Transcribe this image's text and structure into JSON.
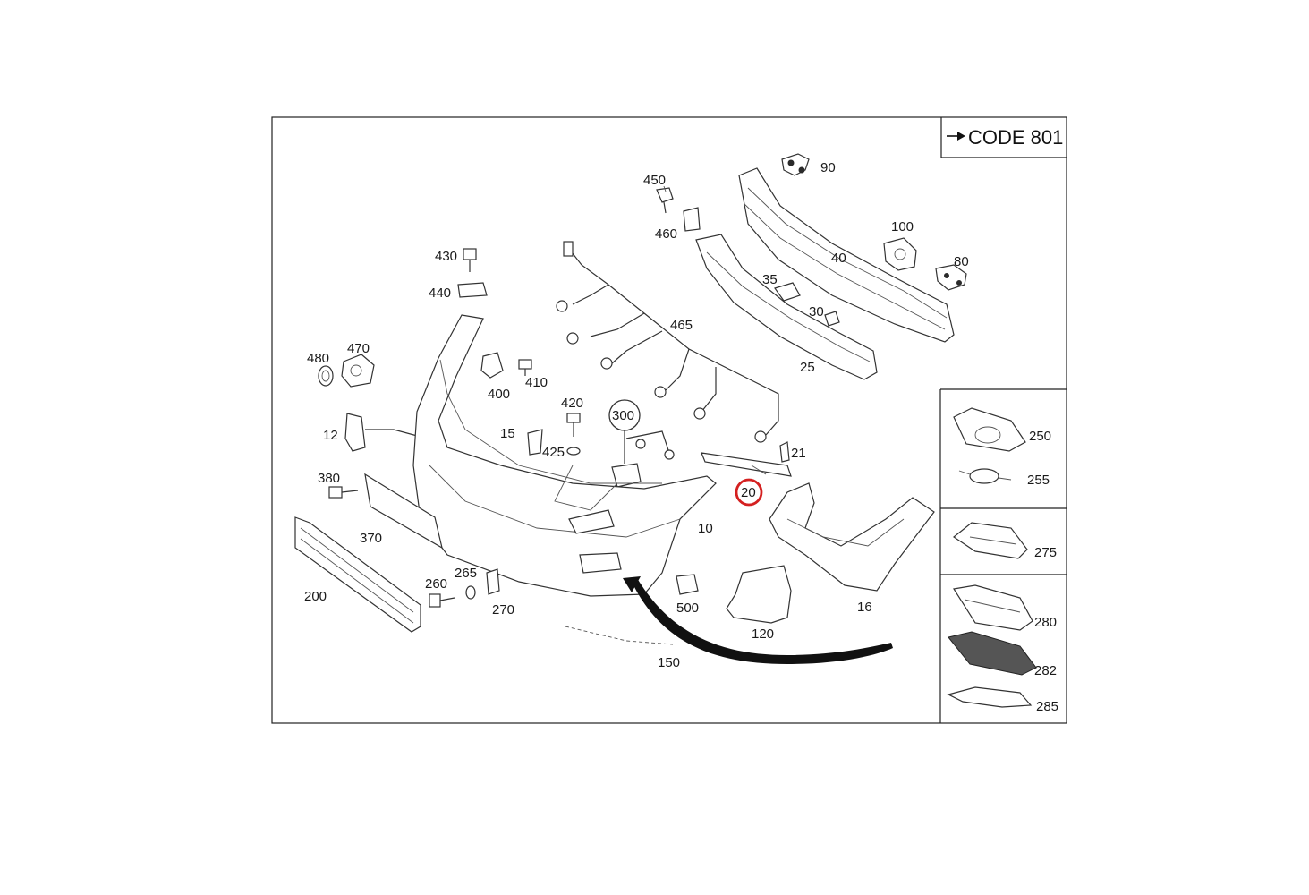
{
  "header": {
    "code_label": "CODE 801",
    "arrow_icon": "arrow-right-icon"
  },
  "highlight": {
    "label": "20",
    "color": "#d42020"
  },
  "labels": {
    "p10": "10",
    "p12": "12",
    "p15": "15",
    "p16": "16",
    "p20": "20",
    "p21": "21",
    "p25": "25",
    "p30": "30",
    "p35": "35",
    "p40": "40",
    "p80": "80",
    "p90": "90",
    "p100": "100",
    "p120": "120",
    "p150": "150",
    "p200": "200",
    "p250": "250",
    "p255": "255",
    "p260": "260",
    "p265": "265",
    "p270": "270",
    "p275": "275",
    "p280": "280",
    "p282": "282",
    "p285": "285",
    "p300": "300",
    "p370": "370",
    "p380": "380",
    "p400": "400",
    "p410": "410",
    "p420": "420",
    "p425": "425",
    "p430": "430",
    "p440": "440",
    "p450": "450",
    "p460": "460",
    "p465": "465",
    "p470": "470",
    "p480": "480",
    "p500": "500"
  }
}
